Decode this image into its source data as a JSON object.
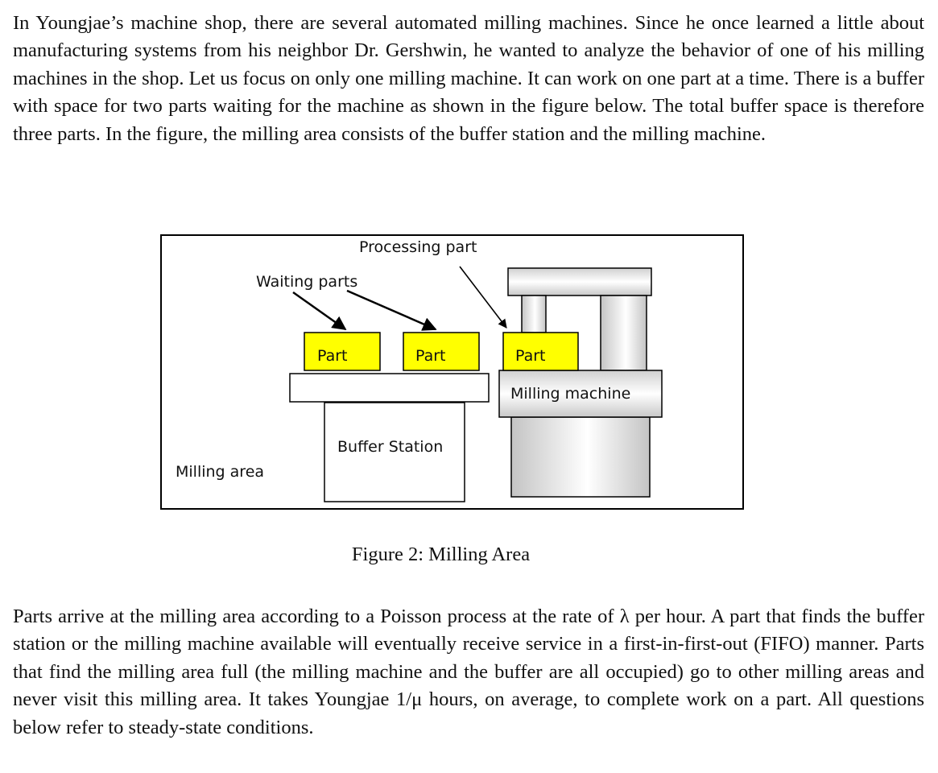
{
  "text": {
    "paragraph1": "In Youngjae’s machine shop, there are several automated milling machines. Since he once learned a little about manufacturing systems from his neighbor Dr. Gershwin, he wanted to analyze the behavior of one of his milling machines in the shop. Let us focus on only one milling machine. It can work on one part at a time. There is a buffer with space for two parts waiting for the machine as shown in the figure below. The total buffer space is therefore three parts. In the figure, the milling area consists of the buffer station and the milling machine.",
    "caption": "Figure 2: Milling Area",
    "paragraph2": "Parts arrive at the milling area according to a Poisson process at the rate of λ per hour. A part that finds the buffer station or the milling machine available will eventually receive service in a first-in-first-out (FIFO) manner. Parts that find the milling area full (the milling machine and the buffer are all occupied) go to other milling areas and never visit this milling area. It takes Youngjae 1/μ hours, on average, to complete work on a part. All questions below refer to steady-state conditions."
  },
  "figure": {
    "labels": {
      "processing_part": "Processing part",
      "waiting_parts": "Waiting parts",
      "part_1": "Part",
      "part_2": "Part",
      "part_3": "Part",
      "milling_machine": "Milling machine",
      "buffer_station": "Buffer Station",
      "milling_area": "Milling area"
    },
    "colors": {
      "part_fill": "#ffff00",
      "outline": "#000000"
    }
  }
}
